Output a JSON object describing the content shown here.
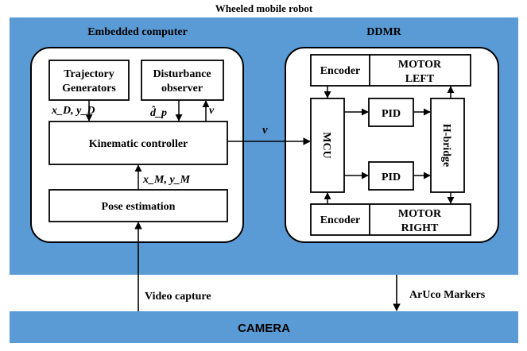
{
  "title": "Wheeled mobile robot",
  "embedded": {
    "title": "Embedded computer",
    "trajectory": [
      "Trajectory",
      "Generators"
    ],
    "disturbance": [
      "Disturbance",
      "observer"
    ],
    "kinematic": "Kinematic controller",
    "pose": "Pose estimation",
    "xd_yd": "x_D, y_D",
    "dp": "d̂_p",
    "v_small": "v",
    "xm_ym": "x_M, y_M"
  },
  "ddmr": {
    "title": "DDMR",
    "encoder_top": "Encoder",
    "motor_left": [
      "MOTOR",
      "LEFT"
    ],
    "mcu": "MCU",
    "pid_top": "PID",
    "pid_bottom": "PID",
    "hbridge": "H-bridge",
    "encoder_bottom": "Encoder",
    "motor_right": [
      "MOTOR",
      "RIGHT"
    ]
  },
  "link_v": "v",
  "video_capture": "Video capture",
  "aruco": "ArUco Markers",
  "camera": "CAMERA",
  "colors": {
    "panel_blue": "#5b9bd5",
    "white": "#ffffff",
    "black": "#000000"
  }
}
